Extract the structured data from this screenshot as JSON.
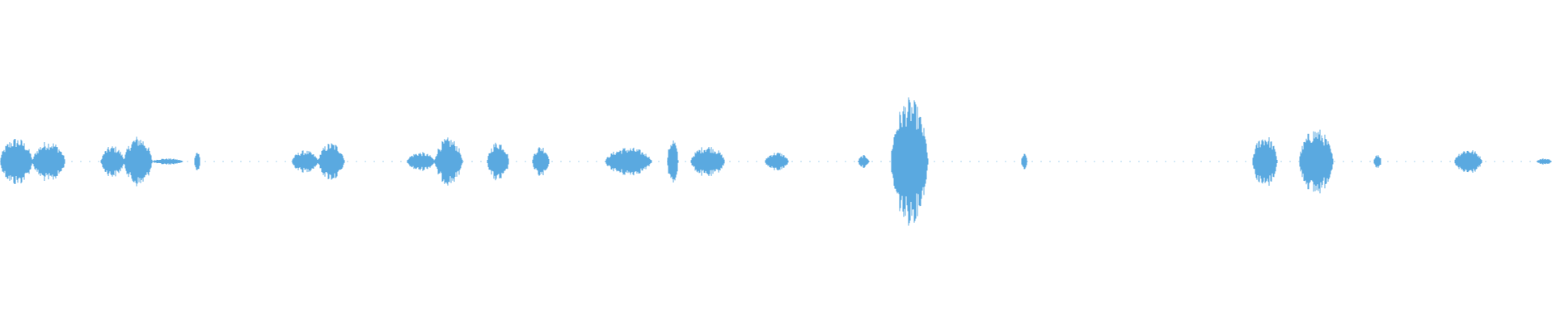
{
  "waveform": {
    "color": "#5aa9e0",
    "background": "#ffffff",
    "channels": 1,
    "amplitude_scale": 1.0,
    "segments": [
      {
        "start": 0.0,
        "end": 0.021,
        "amp": 0.15
      },
      {
        "start": 0.021,
        "end": 0.042,
        "amp": 0.13
      },
      {
        "start": 0.065,
        "end": 0.08,
        "amp": 0.1
      },
      {
        "start": 0.08,
        "end": 0.098,
        "amp": 0.16
      },
      {
        "start": 0.098,
        "end": 0.118,
        "amp": 0.02
      },
      {
        "start": 0.125,
        "end": 0.129,
        "amp": 0.07
      },
      {
        "start": 0.188,
        "end": 0.205,
        "amp": 0.07
      },
      {
        "start": 0.205,
        "end": 0.222,
        "amp": 0.12
      },
      {
        "start": 0.262,
        "end": 0.28,
        "amp": 0.06
      },
      {
        "start": 0.28,
        "end": 0.298,
        "amp": 0.15
      },
      {
        "start": 0.314,
        "end": 0.328,
        "amp": 0.13
      },
      {
        "start": 0.343,
        "end": 0.354,
        "amp": 0.1
      },
      {
        "start": 0.39,
        "end": 0.42,
        "amp": 0.09
      },
      {
        "start": 0.43,
        "end": 0.437,
        "amp": 0.15
      },
      {
        "start": 0.445,
        "end": 0.467,
        "amp": 0.1
      },
      {
        "start": 0.493,
        "end": 0.508,
        "amp": 0.06
      },
      {
        "start": 0.553,
        "end": 0.56,
        "amp": 0.04
      },
      {
        "start": 0.574,
        "end": 0.598,
        "amp": 0.4
      },
      {
        "start": 0.658,
        "end": 0.662,
        "amp": 0.05
      },
      {
        "start": 0.807,
        "end": 0.823,
        "amp": 0.17
      },
      {
        "start": 0.837,
        "end": 0.859,
        "amp": 0.21
      },
      {
        "start": 0.885,
        "end": 0.89,
        "amp": 0.05
      },
      {
        "start": 0.937,
        "end": 0.955,
        "amp": 0.08
      },
      {
        "start": 0.99,
        "end": 1.0,
        "amp": 0.02
      }
    ]
  }
}
